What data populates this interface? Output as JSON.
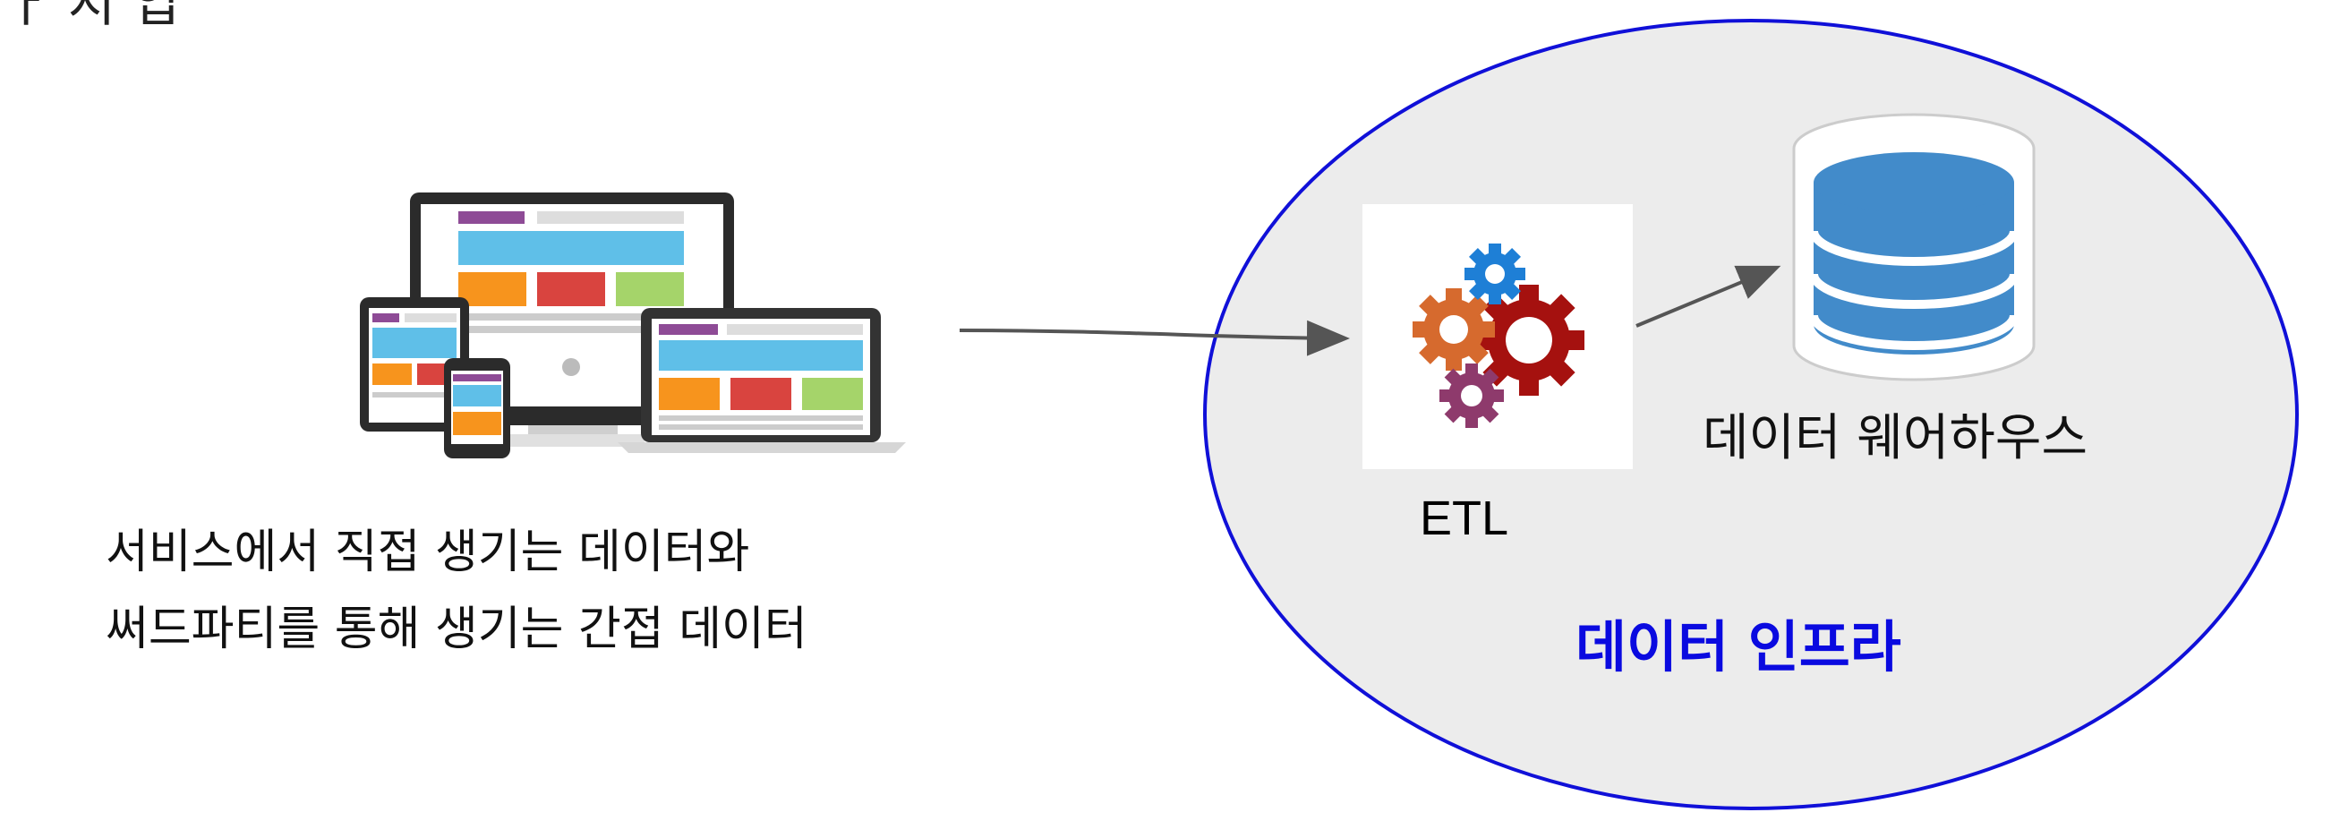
{
  "title_fragment": "ㅏ 지 입",
  "source": {
    "caption_line1": "서비스에서 직접 생기는 데이터와",
    "caption_line2": "써드파티를 통해 생기는 간접 데이터",
    "icon": "devices-icon"
  },
  "infra": {
    "label": "데이터 인프라",
    "label_color": "#0a0ae0",
    "ellipse_fill": "#ececec",
    "ellipse_stroke": "#1010d8"
  },
  "etl": {
    "label": "ETL",
    "icon": "gears-icon"
  },
  "warehouse": {
    "label": "데이터 웨어하우스",
    "icon": "database-icon",
    "color": "#428bca"
  },
  "arrow_color": "#555555"
}
